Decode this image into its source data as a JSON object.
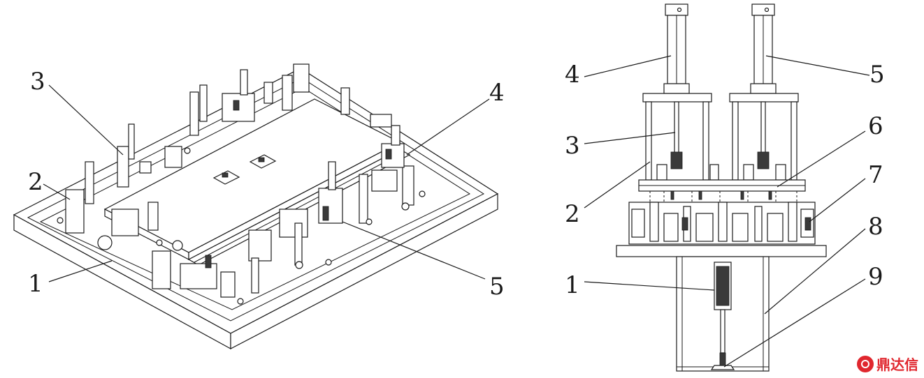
{
  "left_figure": {
    "callouts": [
      {
        "id": "3",
        "text": "3"
      },
      {
        "id": "4",
        "text": "4"
      },
      {
        "id": "2",
        "text": "2"
      },
      {
        "id": "1",
        "text": "1"
      },
      {
        "id": "5",
        "text": "5"
      }
    ]
  },
  "right_figure": {
    "callouts": [
      {
        "id": "4",
        "text": "4"
      },
      {
        "id": "5",
        "text": "5"
      },
      {
        "id": "3",
        "text": "3"
      },
      {
        "id": "6",
        "text": "6"
      },
      {
        "id": "7",
        "text": "7"
      },
      {
        "id": "2",
        "text": "2"
      },
      {
        "id": "8",
        "text": "8"
      },
      {
        "id": "1",
        "text": "1"
      },
      {
        "id": "9",
        "text": "9"
      }
    ]
  },
  "watermark": {
    "text": "鼎达信",
    "color": "#e0272e",
    "icon": "brand-logo-icon"
  }
}
